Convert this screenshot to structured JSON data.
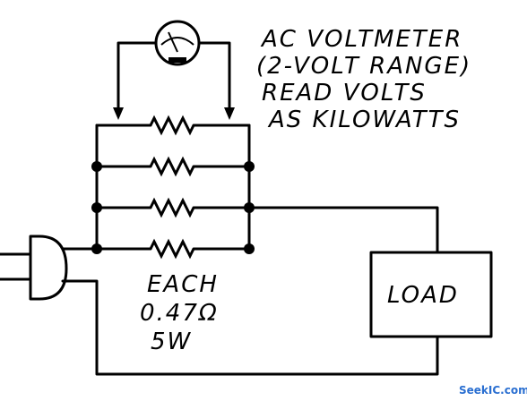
{
  "meter_label": {
    "line1": "AC VOLTMETER",
    "line2": "(2-VOLT RANGE)",
    "line3": "READ VOLTS",
    "line4": "AS KILOWATTS"
  },
  "resistor_label": {
    "line1": "EACH",
    "line2": "0.47Ω",
    "line3": "5W"
  },
  "load_label": "LOAD",
  "watermark": "SeekIC.com"
}
